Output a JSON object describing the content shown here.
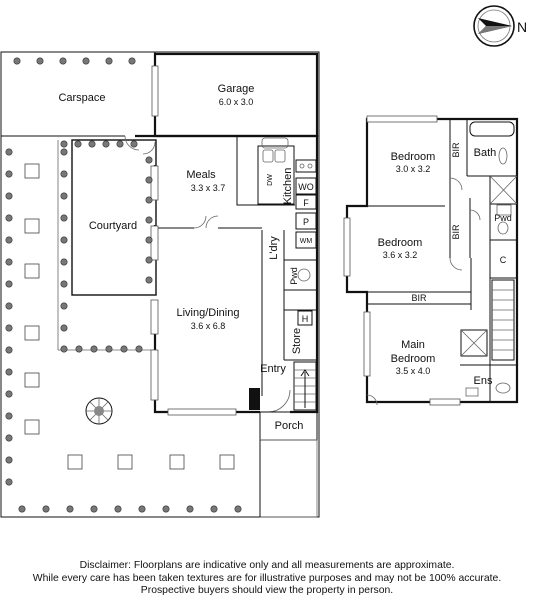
{
  "compass": {
    "label": "N"
  },
  "ground_floor": {
    "carspace": "Carspace",
    "garage": {
      "name": "Garage",
      "size": "6.0 x 3.0"
    },
    "meals": {
      "name": "Meals",
      "size": "3.3 x 3.7"
    },
    "kitchen": "Kitchen",
    "dw": "DW",
    "wo": "WO",
    "fridge": "F",
    "pantry": "P",
    "wm": "WM",
    "laundry": "L'dry",
    "courtyard": "Courtyard",
    "living": {
      "name": "Living/Dining",
      "size": "3.6 x 6.8"
    },
    "powder": "Pwd",
    "heater": "H",
    "store": "Store",
    "entry": "Entry",
    "porch": "Porch"
  },
  "first_floor": {
    "bedroom1": {
      "name": "Bedroom",
      "size": "3.0 x 3.2",
      "bir": "BIR"
    },
    "bath": "Bath",
    "bedroom2": {
      "name": "Bedroom",
      "size": "3.6 x 3.2",
      "bir": "BIR"
    },
    "powder": "Pwd",
    "cupboard": "C",
    "bir": "BIR",
    "main_bedroom": {
      "name_line1": "Main",
      "name_line2": "Bedroom",
      "size": "3.5 x 4.0"
    },
    "ensuite": "Ens"
  },
  "disclaimer": [
    "Disclaimer: Floorplans are indicative only and all measurements are approximate.",
    "While every care has been taken textures are for illustrative purposes and may not be 100% accurate.",
    "Prospective buyers should view the property in person."
  ]
}
